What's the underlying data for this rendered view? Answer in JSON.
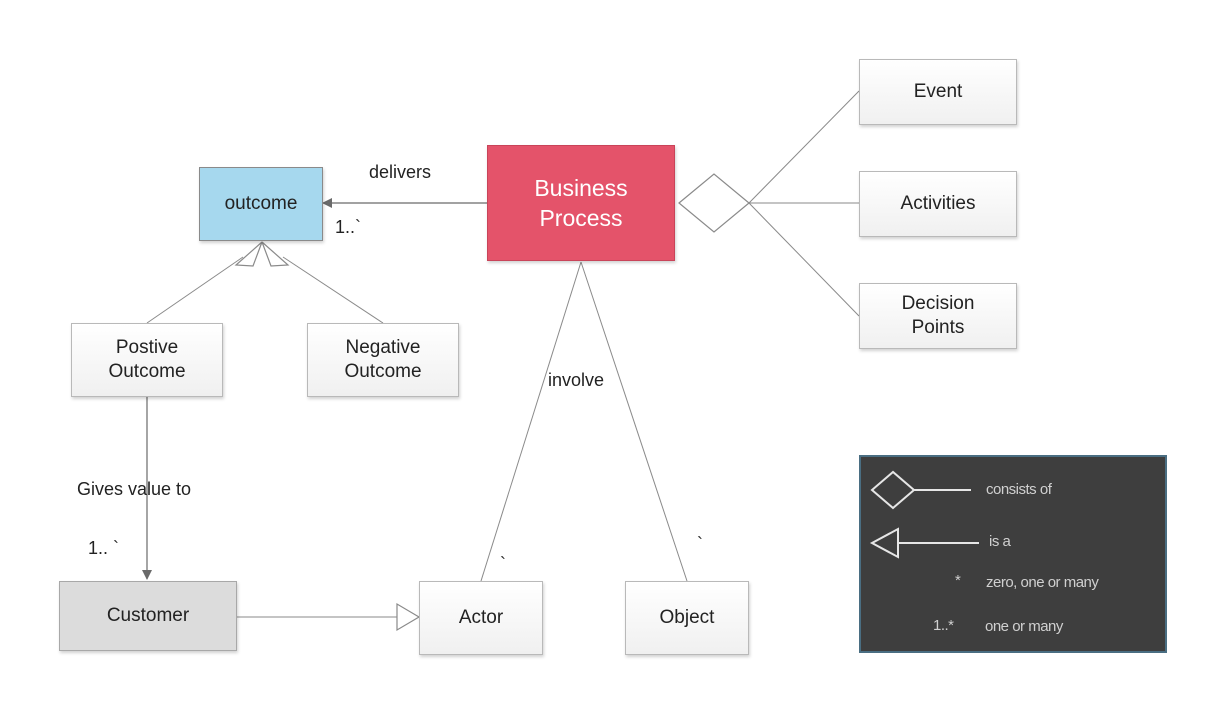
{
  "nodes": {
    "outcome": "outcome",
    "business_process": "Business\nProcess",
    "event": "Event",
    "activities": "Activities",
    "decision_points": "Decision\nPoints",
    "positive_outcome": "Postive\nOutcome",
    "negative_outcome": "Negative\nOutcome",
    "customer": "Customer",
    "actor": "Actor",
    "object": "Object"
  },
  "edges": {
    "delivers": "delivers",
    "delivers_multiplicity": "1..`",
    "involve": "involve",
    "involve_actor_multiplicity": "`",
    "involve_object_multiplicity": "`",
    "gives_value_to": "Gives value to",
    "gives_value_multiplicity": "1.. `"
  },
  "legend": {
    "consists_of": "consists of",
    "is_a": "is a",
    "zero_one_many_symbol": "*",
    "zero_one_many": "zero, one or many",
    "one_or_many_symbol": "1..*",
    "one_or_many": "one or many"
  },
  "colors": {
    "process_fill": "#e4536a",
    "outcome_fill": "#a6d8ee",
    "customer_fill": "#dcdcdc",
    "node_fill": "#f4f4f4",
    "legend_bg": "#3e3e3e",
    "legend_border": "#4a6e82"
  }
}
